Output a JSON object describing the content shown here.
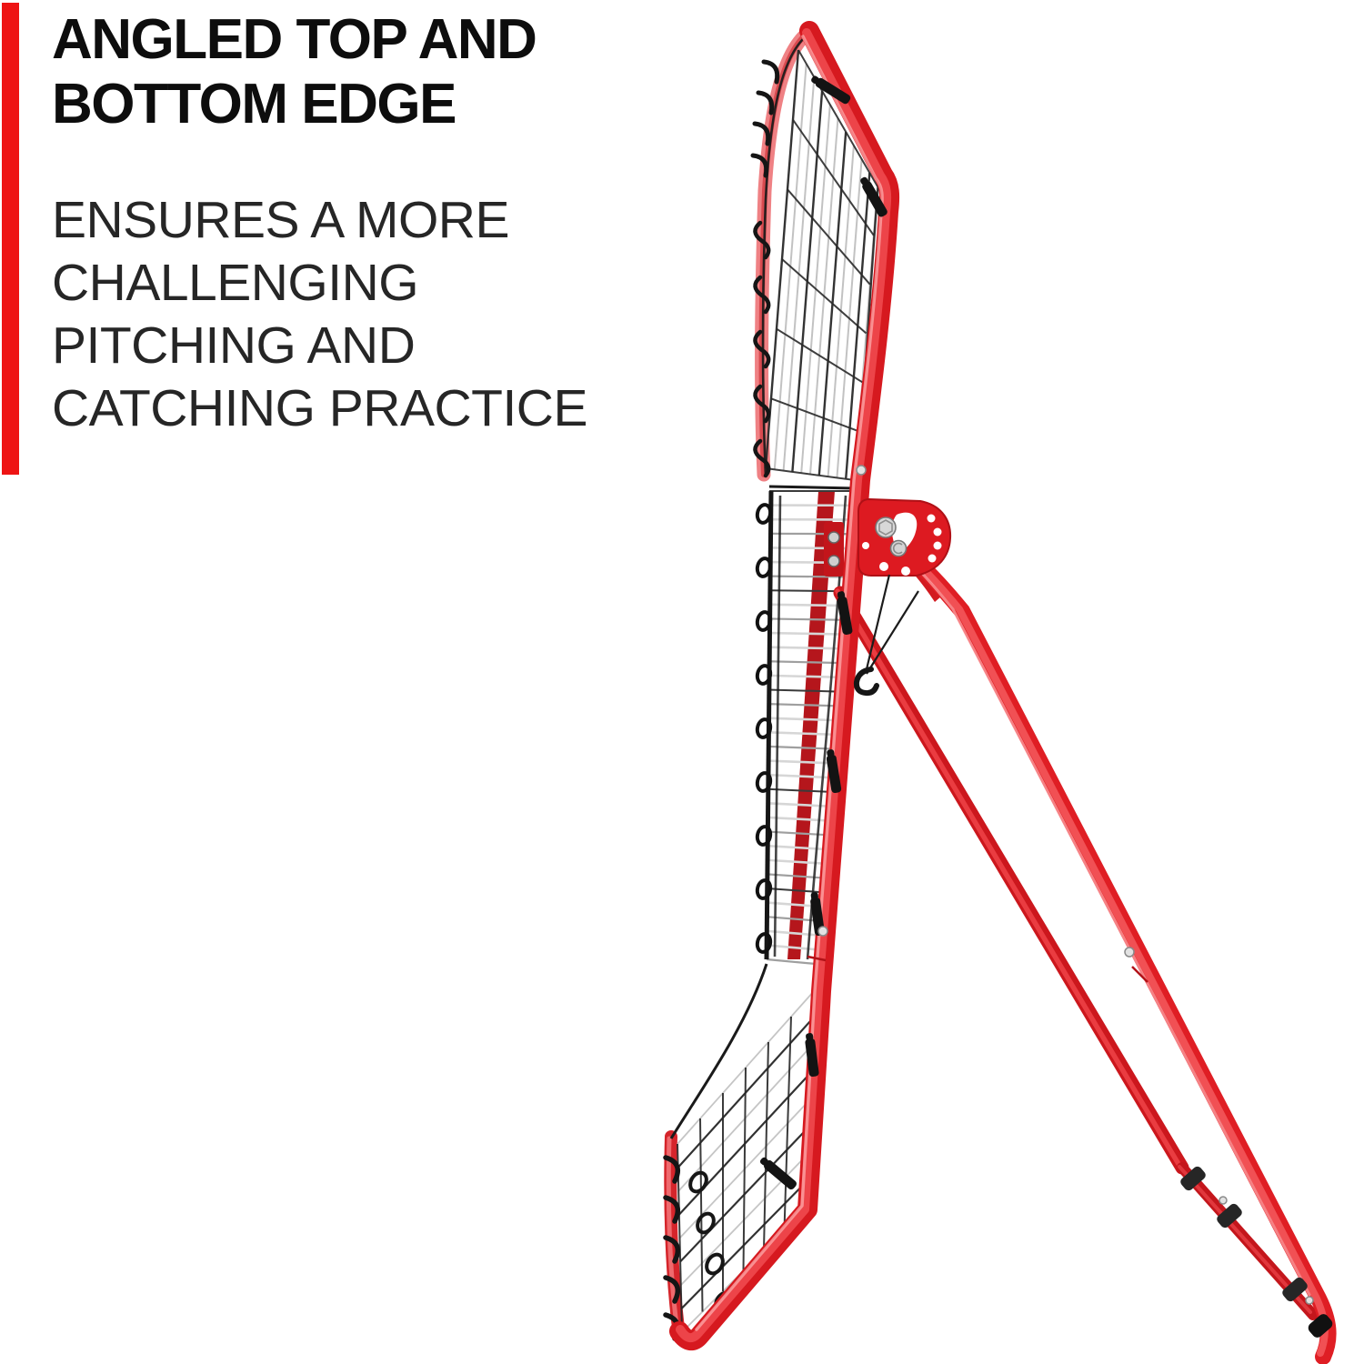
{
  "feature": {
    "headline_line1": "ANGLED TOP AND",
    "headline_line2": "BOTTOM EDGE",
    "body_lines": [
      "ENSURES A MORE",
      "CHALLENGING",
      "PITCHING AND",
      "CATCHING PRACTICE"
    ]
  },
  "illustration_alt": "Side view of a red steel rebounder pitch-back net with angled top and bottom edges, black netting and fold-out kickstand leg",
  "colors": {
    "accent_red": "#ee1414",
    "frame_red": "#e02026",
    "frame_highlight": "#f0494e",
    "net_black": "#1d1d1d",
    "string_gray": "#d6d6d6"
  }
}
